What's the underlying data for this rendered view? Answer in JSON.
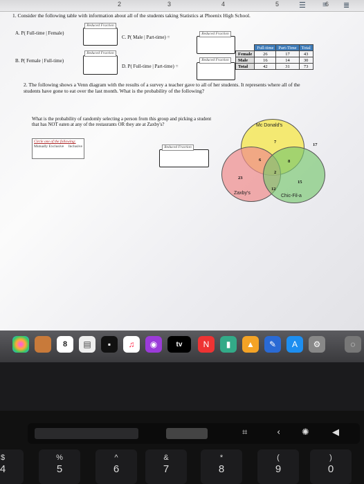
{
  "ruler": {
    "marks": [
      "2",
      "3",
      "4",
      "5",
      "6"
    ]
  },
  "q1": {
    "title": "1.  Consider the following table with information about all of the students taking Statistics at Phoenix High School.",
    "a": "A.  P( Full-time | Female)",
    "b": "B.  P( Female | Full-time)",
    "c": "C.  P( Male | Part-time) =",
    "d": "D.  P( Full-time | Part-time) =",
    "sticky": "Reduced Fraction",
    "table": {
      "headers": [
        "",
        "Full-time",
        "Part-Time",
        "Total"
      ],
      "rows": [
        [
          "Female",
          "26",
          "17",
          "43"
        ],
        [
          "Male",
          "16",
          "14",
          "30"
        ],
        [
          "Total",
          "42",
          "31",
          "73"
        ]
      ]
    }
  },
  "q2": {
    "title": "2.  The following shows a Venn diagram with the results of a survey a teacher gave to all of her students. It represents where all of the students have gone to eat over the last month. What is the probability of the following?",
    "question": "What is the probability of randomly selecting a person from this group and picking a student that has NOT eaten at any of the restaurants OR they ate at Zaxby's?",
    "circle_label": "Circle one of the following:",
    "opt1": "Mutually Exclusive",
    "opt2": "Inclusive",
    "sticky": "Reduced Fraction",
    "venn": {
      "mcdonalds": "Mc Donald's",
      "zaxbys": "Zaxby's",
      "chicfila": "Chic-Fil-a",
      "outside": "17",
      "m_only": "7",
      "z_only": "23",
      "c_only": "15",
      "mz": "6",
      "mc": "8",
      "zc": "12",
      "all": "2"
    }
  },
  "dock": {
    "calendar_day": "8",
    "tv_label": "tv"
  },
  "keys": [
    {
      "top": "$",
      "bot": "4"
    },
    {
      "top": "%",
      "bot": "5"
    },
    {
      "top": "^",
      "bot": "6"
    },
    {
      "top": "&",
      "bot": "7"
    },
    {
      "top": "*",
      "bot": "8"
    },
    {
      "top": "(",
      "bot": "9"
    },
    {
      "top": ")",
      "bot": "0"
    }
  ]
}
